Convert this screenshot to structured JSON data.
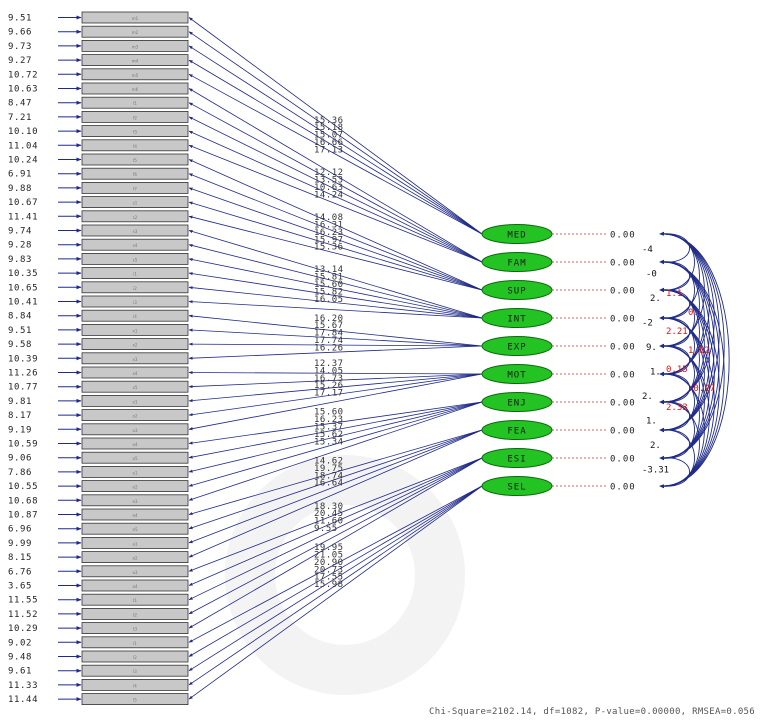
{
  "indicator_errors": [
    "9.51",
    "9.66",
    "9.73",
    "9.27",
    "10.72",
    "10.63",
    "8.47",
    "7.21",
    "10.10",
    "11.04",
    "10.24",
    "6.91",
    "9.88",
    "10.67",
    "11.41",
    "9.74",
    "9.28",
    "9.83",
    "10.35",
    "10.65",
    "10.41",
    "8.84",
    "9.51",
    "9.58",
    "10.39",
    "11.26",
    "10.77",
    "9.81",
    "8.17",
    "9.19",
    "10.59",
    "9.06",
    "7.86",
    "10.55",
    "10.68",
    "10.87",
    "6.96",
    "9.99",
    "8.15",
    "6.76",
    "3.65",
    "11.55",
    "11.52",
    "10.29",
    "9.02",
    "9.48",
    "9.61",
    "11.33",
    "11.44"
  ],
  "indicator_labels": [
    "m1",
    "m2",
    "m3",
    "m4",
    "m5",
    "m6",
    "f1",
    "f2",
    "f3",
    "f4",
    "f5",
    "f6",
    "f7",
    "s1",
    "s2",
    "s3",
    "s4",
    "s5",
    "i1",
    "i2",
    "i3",
    "i4",
    "x1",
    "x2",
    "x3",
    "x4",
    "x5",
    "o1",
    "o2",
    "o3",
    "o4",
    "o5",
    "e1",
    "e2",
    "e3",
    "e4",
    "e5",
    "a1",
    "a2",
    "a3",
    "a4",
    "t1",
    "t2",
    "t3",
    "l1",
    "l2",
    "l3",
    "l4",
    "l5"
  ],
  "latents": [
    {
      "name": "MED",
      "variance": "0.00",
      "loadings": [
        "15.36",
        "15.18",
        "15.07",
        "16.66",
        "17.13"
      ],
      "indicators": [
        0,
        1,
        2,
        3,
        4
      ]
    },
    {
      "name": "FAM",
      "variance": "0.00",
      "loadings": [
        "12.12",
        "13.53",
        "10.63",
        "14.24"
      ],
      "indicators": [
        5,
        6,
        7,
        8,
        9
      ]
    },
    {
      "name": "SUP",
      "variance": "0.00",
      "loadings": [
        "14.08",
        "16.31",
        "16.23",
        "15.97",
        "15.36"
      ],
      "indicators": [
        10,
        11,
        12,
        13,
        14
      ]
    },
    {
      "name": "INT",
      "variance": "0.00",
      "loadings": [
        "13.14",
        "15.81",
        "15.60",
        "15.82",
        "16.05"
      ],
      "indicators": [
        15,
        16,
        17,
        18,
        19,
        20
      ]
    },
    {
      "name": "EXP",
      "variance": "0.00",
      "loadings": [
        "16.20",
        "15.67",
        "17.84",
        "17.74",
        "16.26"
      ],
      "indicators": [
        21,
        22,
        23,
        24
      ]
    },
    {
      "name": "MOT",
      "variance": "0.00",
      "loadings": [
        "12.37",
        "14.05",
        "16.73",
        "15.26",
        "17.17"
      ],
      "indicators": [
        25,
        26,
        27,
        28,
        29
      ]
    },
    {
      "name": "ENJ",
      "variance": "0.00",
      "loadings": [
        "15.60",
        "16.23",
        "15.37",
        "15.62",
        "15.34"
      ],
      "indicators": [
        30,
        31,
        32,
        33,
        34
      ]
    },
    {
      "name": "FEA",
      "variance": "0.00",
      "loadings": [
        "14.62",
        "19.75",
        "18.74",
        "16.64"
      ],
      "indicators": [
        35,
        36,
        37,
        38
      ]
    },
    {
      "name": "ESI",
      "variance": "0.00",
      "loadings": [
        "18.30",
        "20.45",
        "11.60",
        "9.55"
      ],
      "indicators": [
        39,
        40,
        41,
        42,
        43
      ]
    },
    {
      "name": "SEL",
      "variance": "0.00",
      "loadings": [
        "19.95",
        "21.05",
        "20.90",
        "20.73",
        "17.55",
        "15.98"
      ],
      "indicators": [
        44,
        45,
        46,
        47,
        48
      ]
    }
  ],
  "correlations": [
    "-4",
    "-0",
    "2.",
    "-2",
    "9.",
    "1.",
    "2.",
    "1.",
    "2.",
    "-3.31"
  ],
  "correlations_red": [
    "1.1",
    "0.",
    "2.21",
    "1.62",
    "0.15",
    "-0.27",
    "2.33"
  ],
  "footer": "Chi-Square=2102.14, df=1082, P-value=0.00000, RMSEA=0.056"
}
